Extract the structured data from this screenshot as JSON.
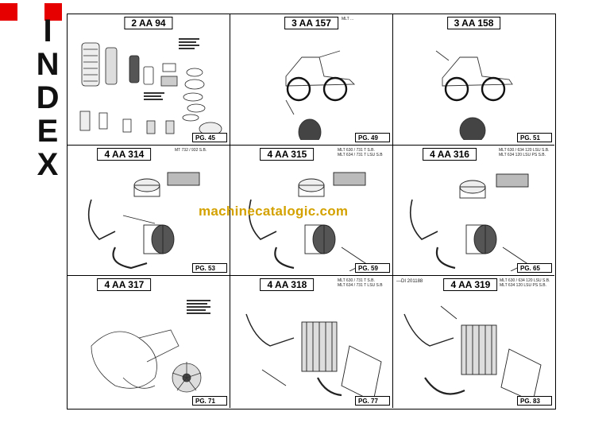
{
  "index_letters": [
    "I",
    "N",
    "D",
    "E",
    "X"
  ],
  "watermark": "machinecatalogic.com",
  "cells": [
    {
      "code": "2 AA 94",
      "note": "",
      "page": "PG. 45"
    },
    {
      "code": "3 AA 157",
      "note": "MLT ...",
      "page": "PG. 49"
    },
    {
      "code": "3 AA 158",
      "note": "",
      "page": "PG. 51"
    },
    {
      "code": "4 AA 314",
      "note": "MT 732 / 932 S.B.",
      "page": "PG. 53"
    },
    {
      "code": "4 AA 315",
      "note": "MLT 630 / 731 T S.B.\nMLT 634 / 731 T LSU S.B",
      "page": "PG. 59"
    },
    {
      "code": "4 AA 316",
      "note": "MLT 630 / 634 120 LSU S.B.\nMLT 634 120 LSU PS S.B.",
      "page": "PG. 65"
    },
    {
      "code": "4 AA 317",
      "note": "",
      "page": "PG. 71"
    },
    {
      "code": "4 AA 318",
      "note": "MLT 630 / 731 T S.B.\nMLT 634 / 731 T LSU S.B",
      "page": "PG. 77"
    },
    {
      "code": "4 AA 319",
      "note": "MLT 630 / 634 120 LSU S.B.\nMLT 634 120 LSU PS S.B.",
      "pre_note": "—DI 201188",
      "page": "PG. 83"
    }
  ]
}
